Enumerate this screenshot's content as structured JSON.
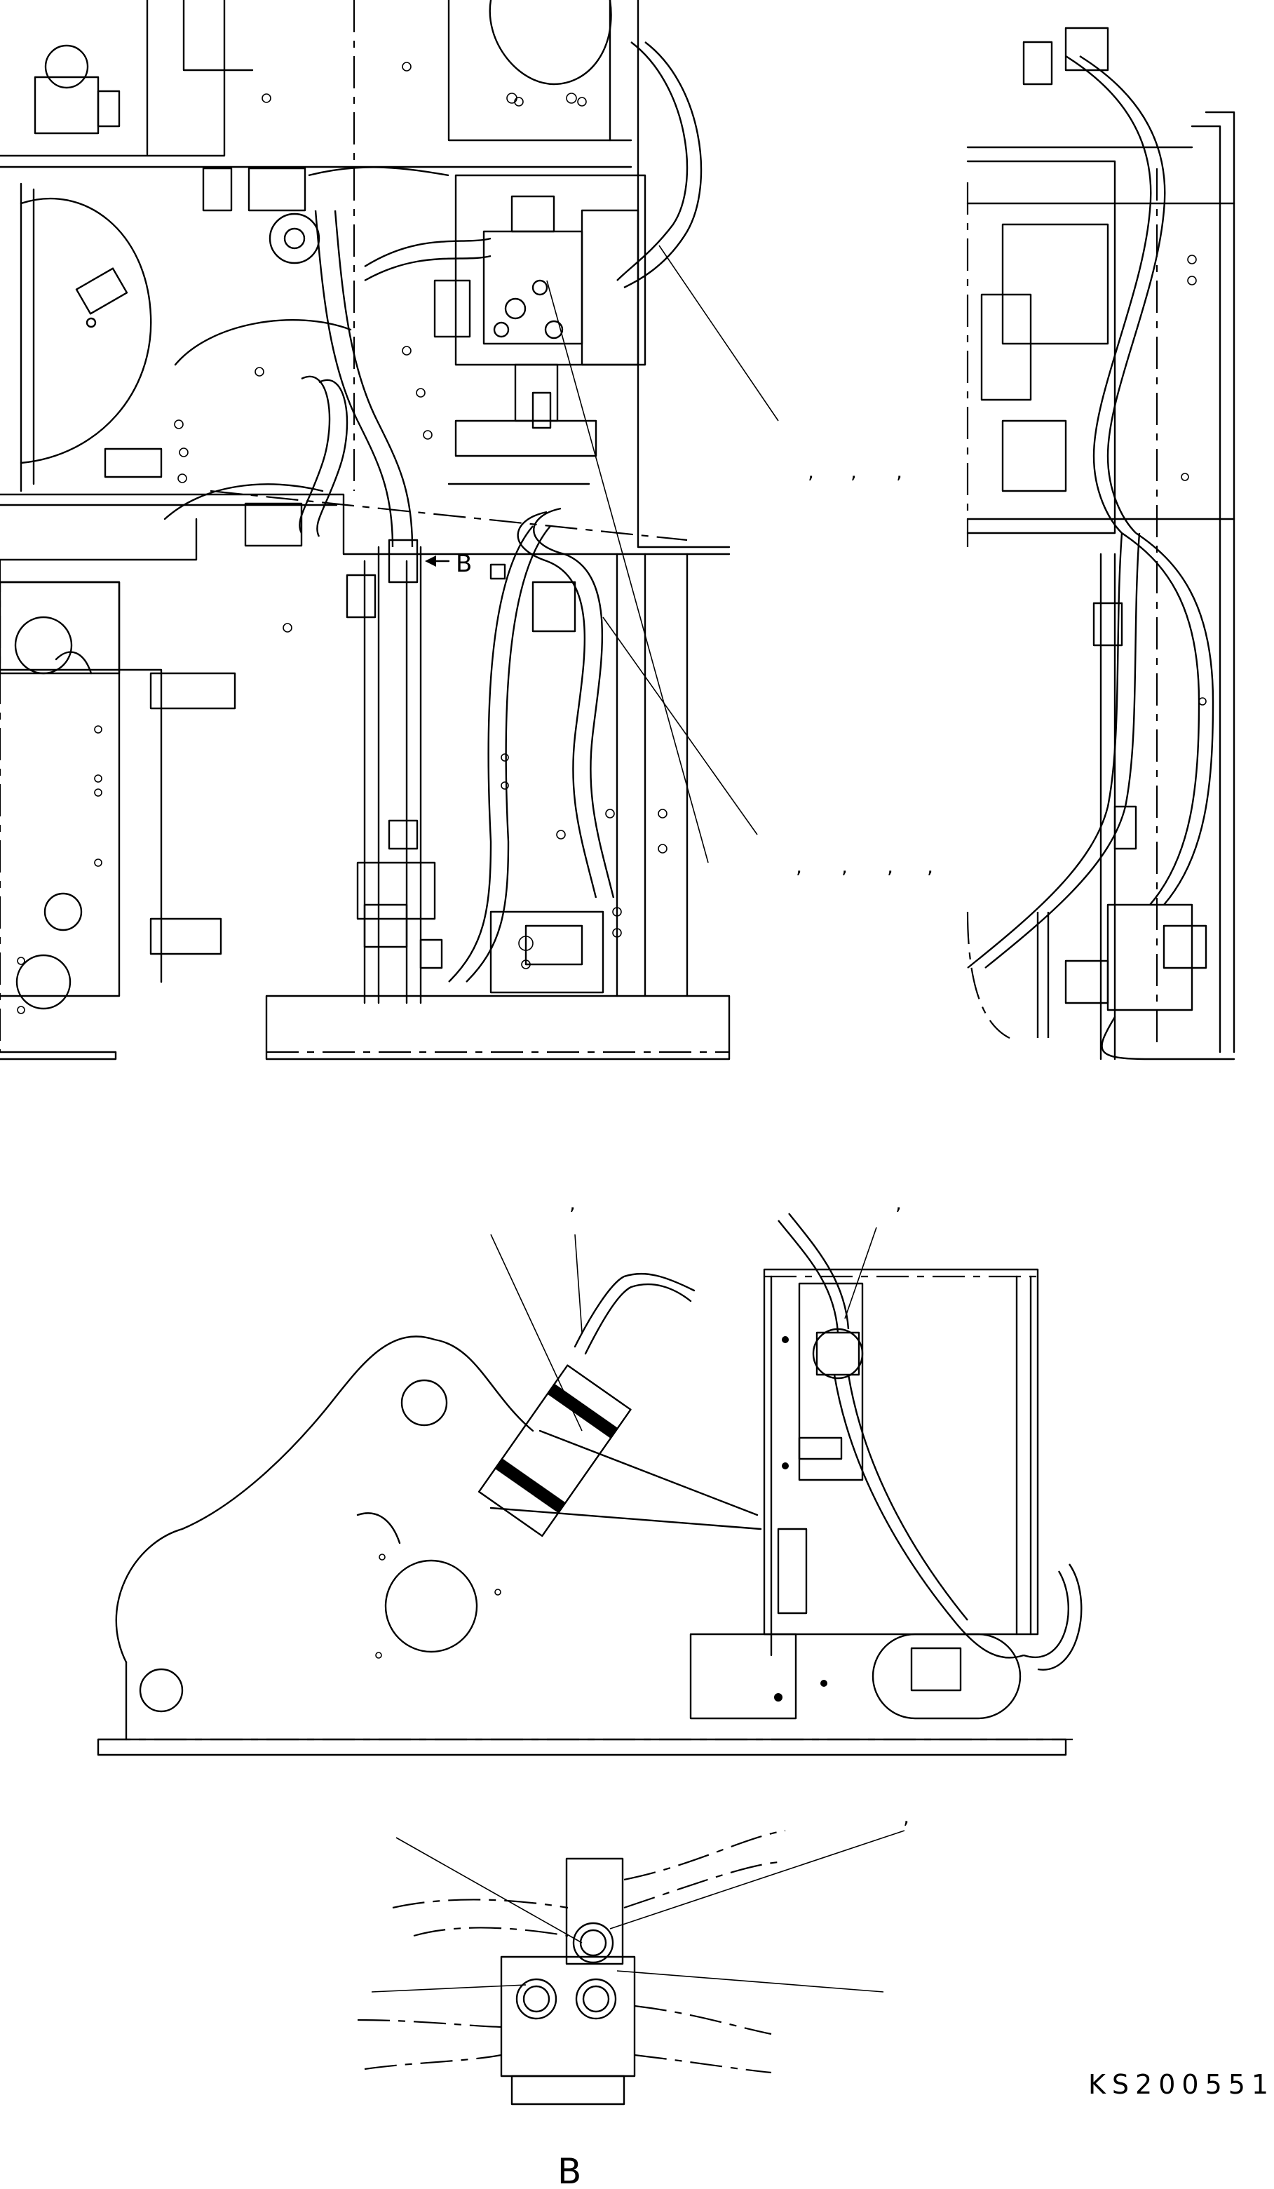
{
  "drawing": {
    "callout_marks": [
      ",",
      ",",
      ",",
      ",",
      ",",
      ",",
      ",",
      ",",
      ",",
      ","
    ],
    "view_arrow_label": "B",
    "view_title": "B",
    "drawing_code": "KS200551"
  }
}
